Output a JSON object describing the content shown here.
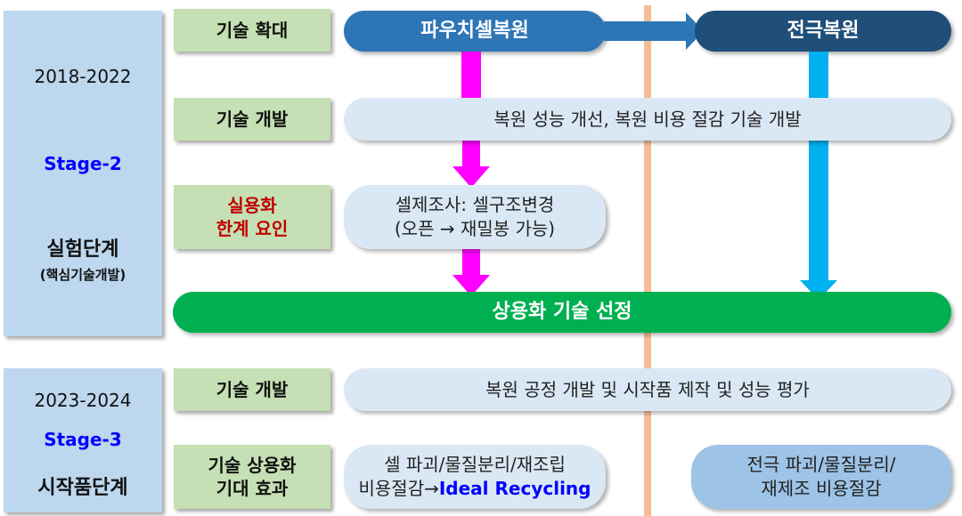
{
  "stage2": {
    "years": "2018-2022",
    "stage": "Stage-2",
    "phase": "실험단계",
    "phase_sub": "(핵심기술개발)"
  },
  "stage3": {
    "years": "2023-2024",
    "stage": "Stage-3",
    "phase": "시작품단계"
  },
  "labels": {
    "expansion": "기술 확대",
    "development": "기술 개발",
    "limit_line1": "실용화",
    "limit_line2": "한계 요인",
    "development2": "기술 개발",
    "effect_line1": "기술 상용화",
    "effect_line2": "기대 효과"
  },
  "boxes": {
    "pouch": "파우치셀복원",
    "electrode": "전극복원",
    "dev_desc": "복원 성능 개선, 복원 비용 절감 기술 개발",
    "limit_line1": "셀제조사: 셀구조변경",
    "limit_line2": "(오픈 → 재밀봉 가능)",
    "select": "상용화 기술 선정",
    "dev2_desc": "복원 공정 개발 및 시작품 제작 및 성능 평가",
    "effect_left_line1": "셀 파괴/물질분리/재조립",
    "effect_left_line2_prefix": "비용절감→",
    "effect_left_line2_highlight": "Ideal Recycling",
    "effect_right_line1": "전극 파괴/물질분리/",
    "effect_right_line2": "재제조 비용절감"
  },
  "colors": {
    "sidebar": "#bdd7ee",
    "label_bg": "#c5e0b4",
    "pouch_blue": "#2e75b6",
    "electrode_navy": "#1f4e79",
    "select_green": "#00b050",
    "magenta_arrow": "#ff00ff",
    "cyan_arrow": "#00b0f0",
    "divider_orange": "#f4b183",
    "stage_text": "#0000ff",
    "limit_text": "#c00000"
  }
}
